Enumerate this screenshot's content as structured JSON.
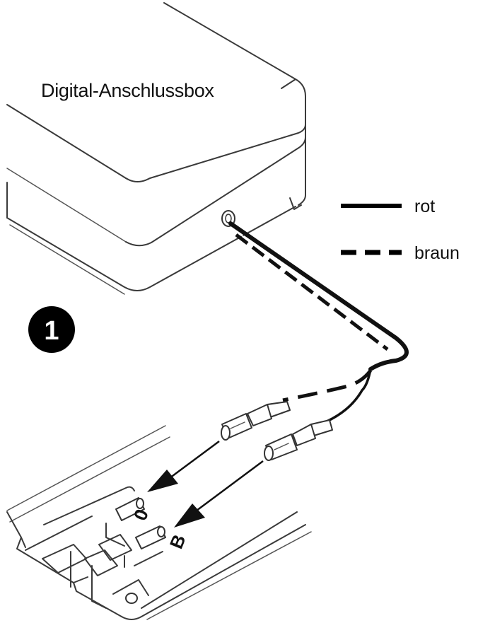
{
  "box": {
    "title": "Digital-Anschlussbox"
  },
  "legend": [
    {
      "label": "rot",
      "style": "solid",
      "color": "#000000"
    },
    {
      "label": "braun",
      "style": "dashed",
      "color": "#000000"
    }
  ],
  "step": {
    "number": "1"
  },
  "ports": [
    {
      "label": "0"
    },
    {
      "label": "B"
    }
  ]
}
